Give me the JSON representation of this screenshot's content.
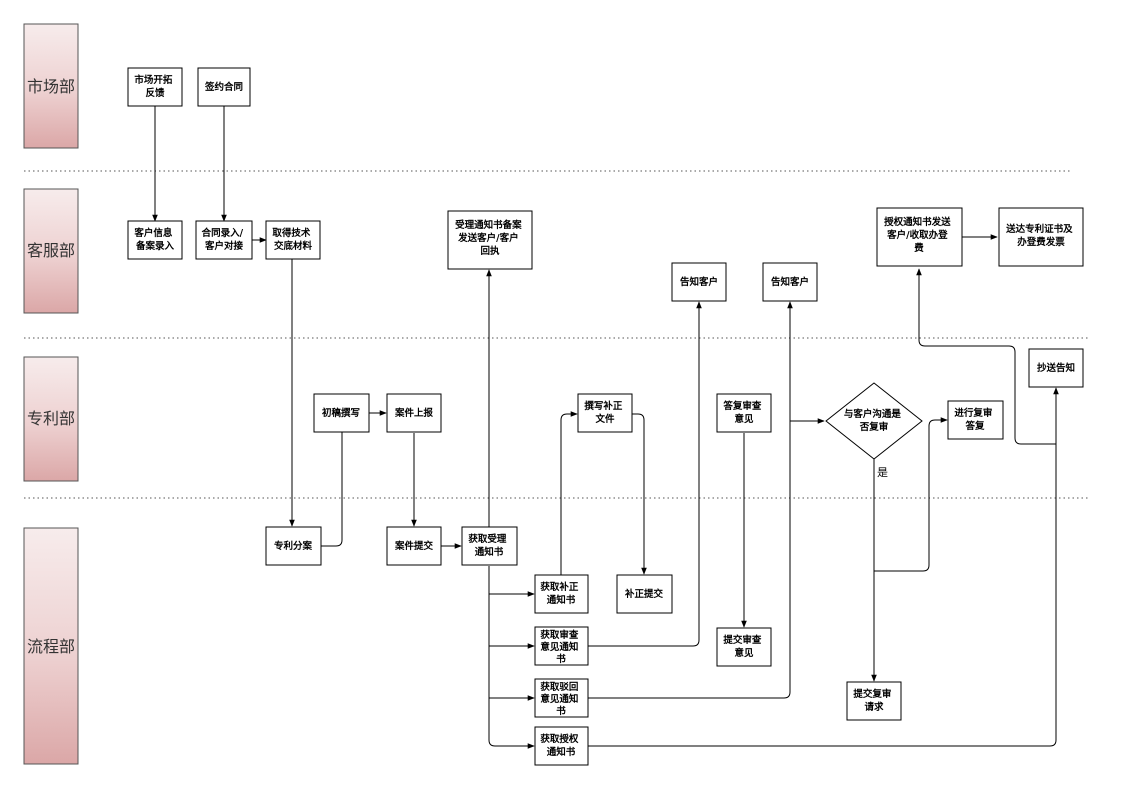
{
  "lanes": {
    "market": "市场部",
    "service": "客服部",
    "patent": "专利部",
    "process": "流程部"
  },
  "nodes": {
    "market_feedback": [
      "市场开拓",
      "反馈"
    ],
    "sign_contract": [
      "签约合同"
    ],
    "customer_info": [
      "客户信息",
      "备案录入"
    ],
    "contract_entry": [
      "合同录入/",
      "客户对接"
    ],
    "get_tech_material": [
      "取得技术",
      "交底材料"
    ],
    "accept_notice_send": [
      "受理通知书备案",
      "发送客户/客户",
      "回执"
    ],
    "inform_customer_1": [
      "告知客户"
    ],
    "inform_customer_2": [
      "告知客户"
    ],
    "grant_notice_send": [
      "授权通知书发送",
      "客户/收取办登",
      "费"
    ],
    "deliver_certificate": [
      "送达专利证书及",
      "办登费发票"
    ],
    "first_draft": [
      "初稿撰写"
    ],
    "case_report": [
      "案件上报"
    ],
    "write_correction": [
      "撰写补正",
      "文件"
    ],
    "opinion_reply": [
      "答复审查",
      "意见"
    ],
    "communicate_reexam": [
      "与客户沟通是",
      "否复审"
    ],
    "reexam_reply": [
      "进行复审",
      "答复"
    ],
    "cc_notice": [
      "抄送告知"
    ],
    "patent_assign": [
      "专利分案"
    ],
    "case_submit": [
      "案件提交"
    ],
    "get_accept_notice": [
      "获取受理",
      "通知书"
    ],
    "get_correction_notice": [
      "获取补正",
      "通知书"
    ],
    "submit_correction": [
      "补正提交"
    ],
    "get_exam_opinion": [
      "获取审查",
      "意见通知",
      "书"
    ],
    "submit_opinion": [
      "提交审查",
      "意见"
    ],
    "get_reject_notice": [
      "获取驳回",
      "意见通知",
      "书"
    ],
    "submit_reexam": [
      "提交复审",
      "请求"
    ],
    "get_grant_notice": [
      "获取授权",
      "通知书"
    ]
  },
  "labels": {
    "yes": "是"
  },
  "colors": {
    "lane_top": "#f7ecec",
    "lane_bottom": "#dba7a7",
    "lane_border": "#555555",
    "line": "#000000"
  }
}
